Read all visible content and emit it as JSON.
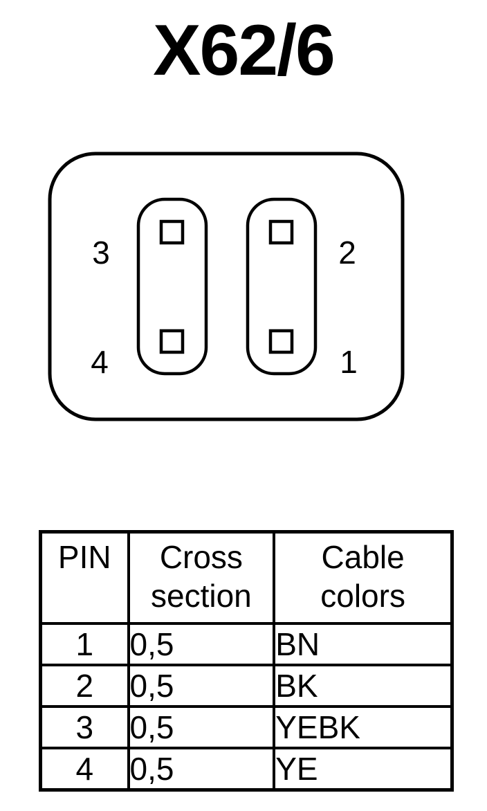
{
  "title": "X62/6",
  "connector": {
    "pin_labels": {
      "pin1": "1",
      "pin2": "2",
      "pin3": "3",
      "pin4": "4"
    }
  },
  "table": {
    "headers": {
      "pin": "PIN",
      "cross_section": [
        "Cross",
        "section"
      ],
      "cable_colors": [
        "Cable",
        "colors"
      ]
    },
    "rows": [
      {
        "pin": "1",
        "cross_section": "0,5",
        "color": "BN"
      },
      {
        "pin": "2",
        "cross_section": "0,5",
        "color": "BK"
      },
      {
        "pin": "3",
        "cross_section": "0,5",
        "color": "YEBK"
      },
      {
        "pin": "4",
        "cross_section": "0,5",
        "color": "YE"
      }
    ]
  }
}
